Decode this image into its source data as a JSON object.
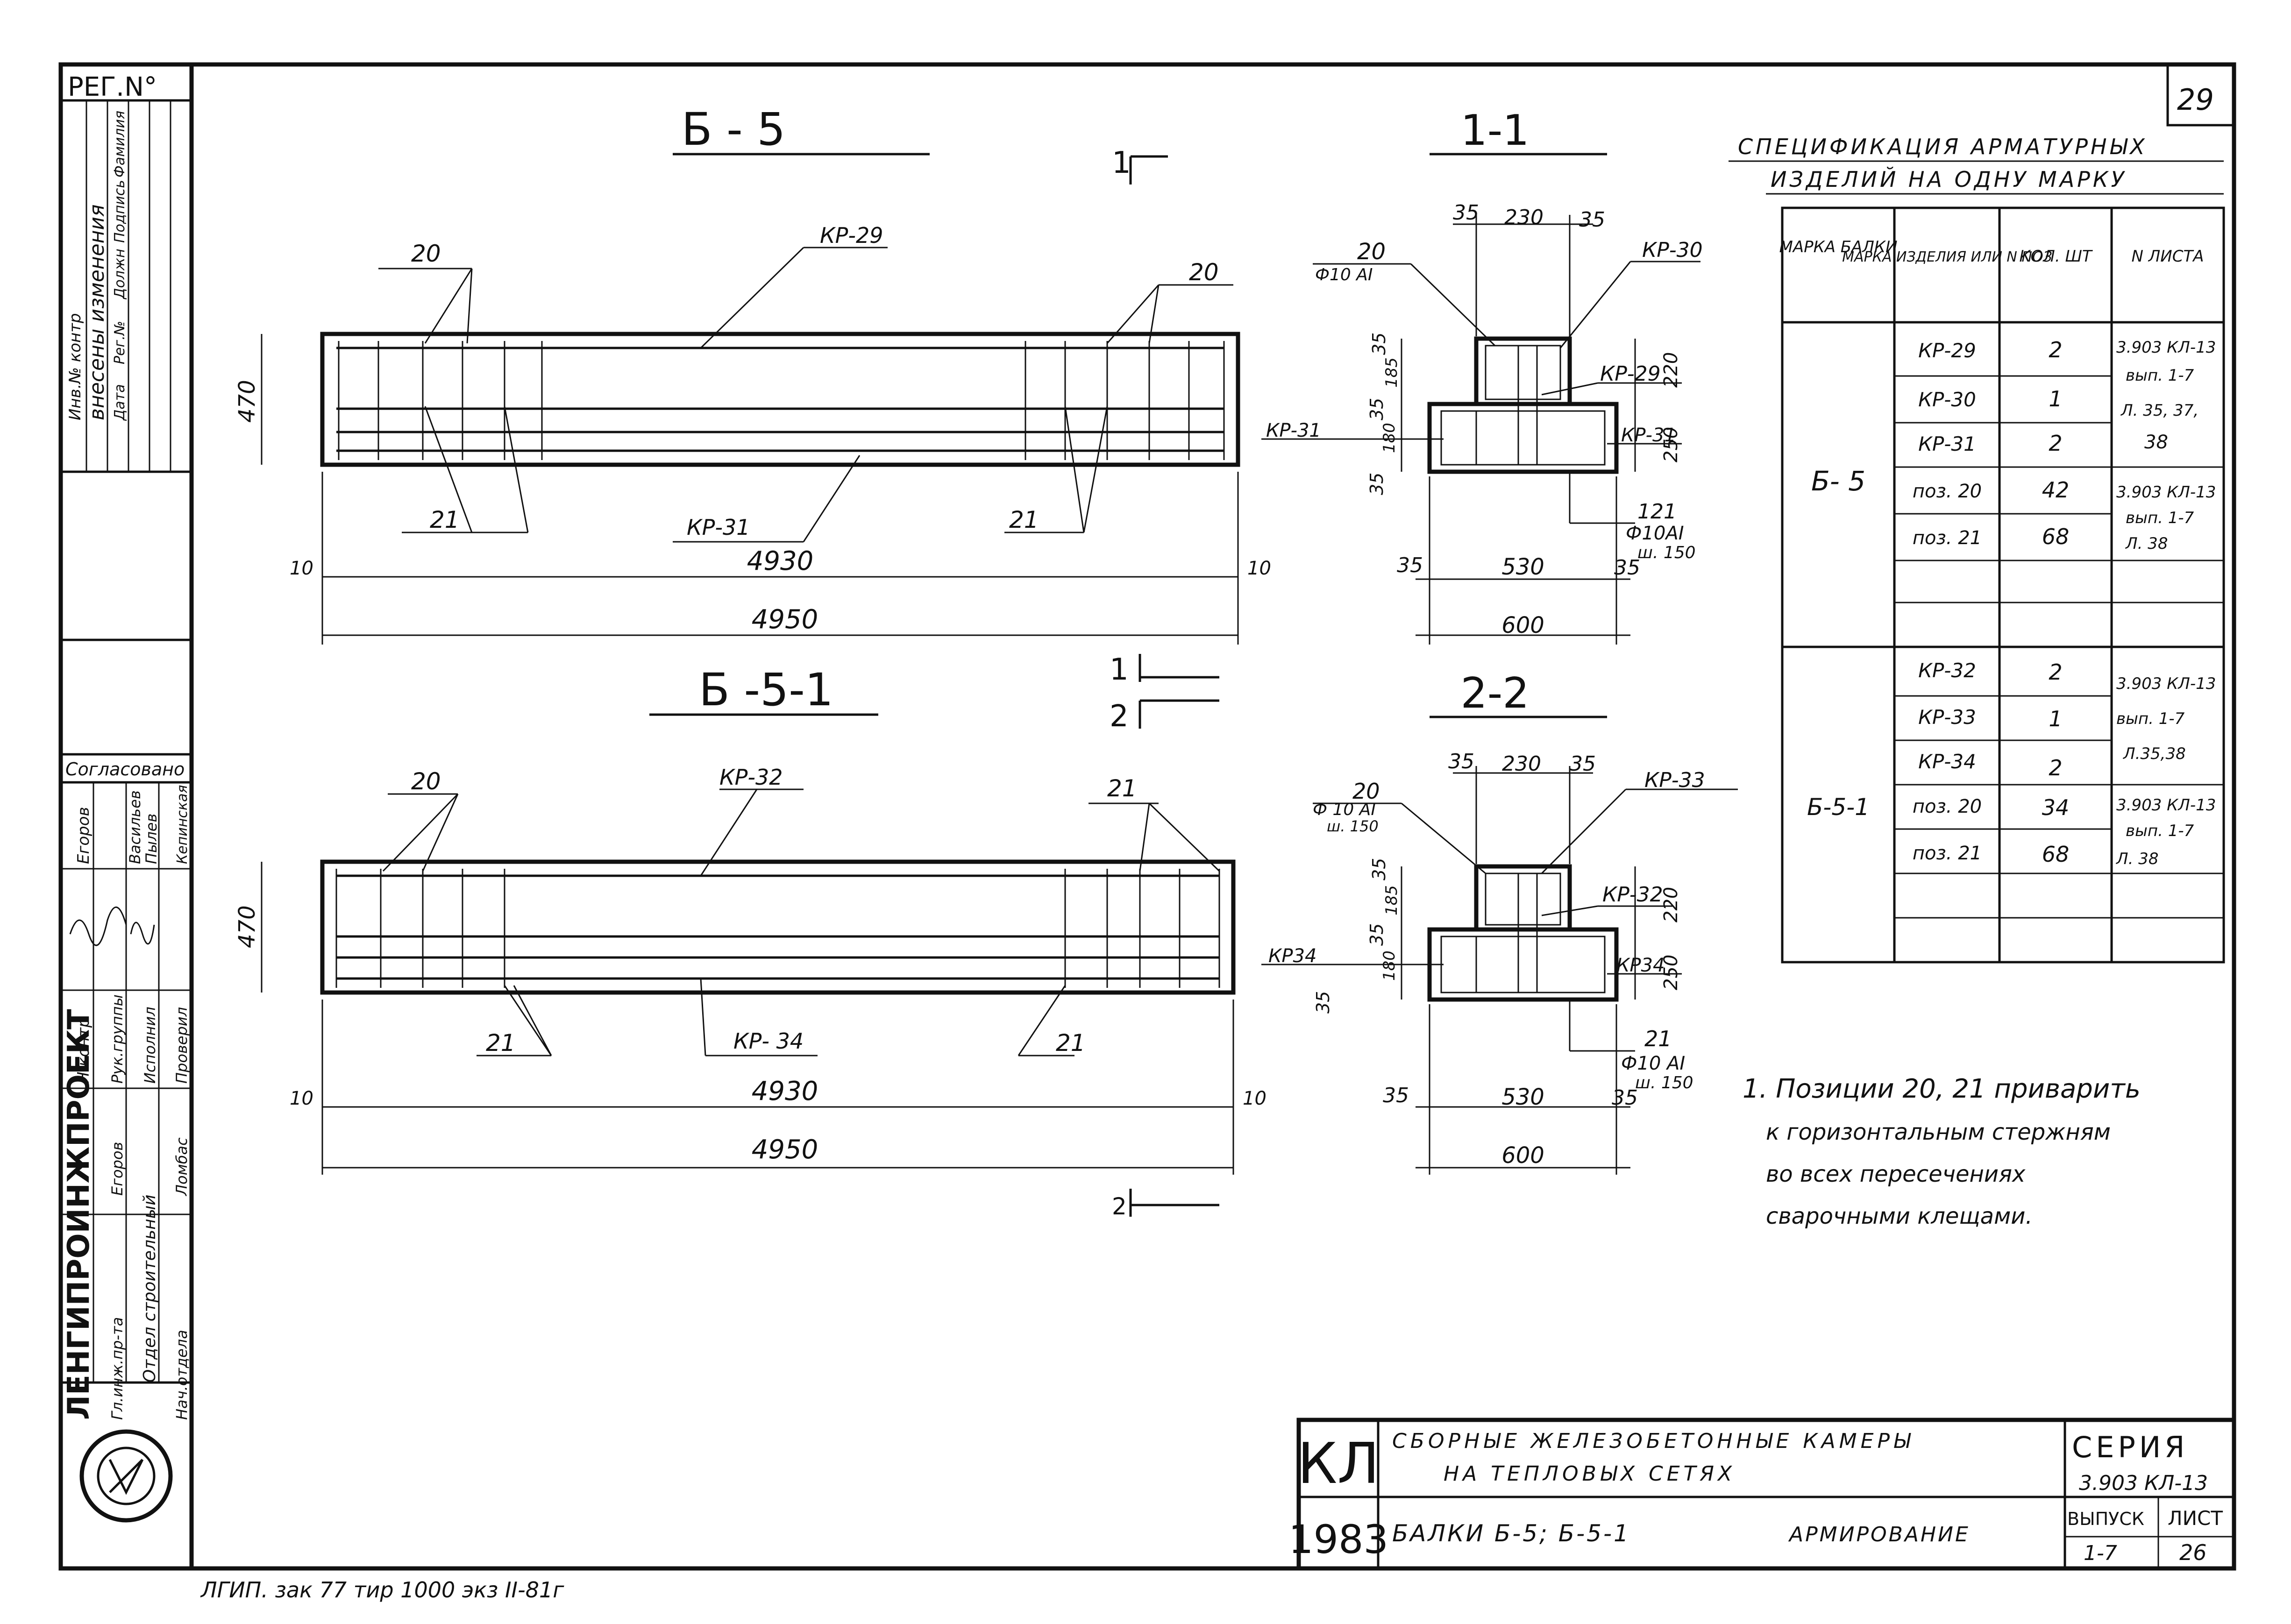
{
  "sheet_number_corner": "29",
  "reg_no": "РЕГ.N°",
  "left_strip": {
    "inventory": "Инв.№ контр",
    "changes_header": "внесены изменения",
    "changes_cols": [
      "Дата",
      "Рег.№",
      "Должн",
      "Подпись",
      "Фамилия"
    ],
    "agreed": "Согласовано",
    "names_top": [
      "Егоров",
      "Васильев",
      "Пылев",
      "Кепинская"
    ],
    "roles": [
      "Н.контр",
      "Рук.группы",
      "Исполнил",
      "Проверил"
    ],
    "org": "ЛЕНГИПРОИНЖПРОЕКТ",
    "gip": "Гл.инж.пр-та",
    "gip_name": "Егоров",
    "dept": "Отдел строительный",
    "head": "Нач.отдела",
    "head_name": "Ломбас"
  },
  "views": {
    "b5": {
      "title": "Б - 5",
      "cut": "1",
      "labels": {
        "top_left": "20",
        "top_right": "20",
        "top_bar": "КР-29",
        "bottom_left": "21",
        "bottom_right": "21",
        "bottom_bar": "КР-31",
        "height": "470",
        "end_left": "10",
        "end_right": "10",
        "inner": "4930",
        "outer": "4950"
      }
    },
    "b51": {
      "title": "Б -5-1",
      "cut1": "1",
      "cut2": "2",
      "labels": {
        "top_left": "20",
        "top_right": "21",
        "top_bar": "КР-32",
        "bottom_left": "21",
        "bottom_right": "21",
        "bottom_bar": "КР- 34",
        "height": "470",
        "end_left": "10",
        "end_right": "10",
        "inner": "4930",
        "outer": "4950"
      },
      "cut_bottom": "2"
    },
    "s11": {
      "title": "1-1",
      "d35a": "35",
      "d230": "230",
      "d35b": "35",
      "pos20": "20",
      "bar20": "Ф10 АI",
      "kp30": "КР-30",
      "kp29": "КР-29",
      "kp31l": "КР-31",
      "kp31r": "КР-31",
      "d35v": "35",
      "d185": "185",
      "d220": "220",
      "d35m": "35",
      "d180": "180",
      "d250": "250",
      "d35c": "35",
      "pos21": "121",
      "bar21": "Ф10АI",
      "step21": "ш. 150",
      "w35l": "35",
      "w530": "530",
      "w35r": "35",
      "w600": "600"
    },
    "s22": {
      "title": "2-2",
      "d35a": "35",
      "d230": "230",
      "d35b": "35",
      "pos20": "20",
      "bar20": "Ф 10 АI",
      "step20": "ш. 150",
      "kp33": "КР-33",
      "kp32": "КР-32",
      "kp34l": "КР34",
      "kp34r": "КР34",
      "d35v": "35",
      "d185": "185",
      "d220": "220",
      "d35m": "35",
      "d180": "180",
      "d250": "250",
      "d35c": "35",
      "pos21": "21",
      "bar21": "Ф10 АI",
      "step21": "ш. 150",
      "w35l": "35",
      "w530": "530",
      "w35r": "35",
      "w600": "600"
    }
  },
  "spec": {
    "title1": "СПЕЦИФИКАЦИЯ АРМАТУРНЫХ",
    "title2": "ИЗДЕЛИЙ НА ОДНУ МАРКУ",
    "headers": [
      "МАРКА БАЛКИ",
      "МАРКА ИЗДЕЛИЯ ИЛИ N ПОЗ",
      "КОЛ. ШТ",
      "N ЛИСТА"
    ],
    "b5": {
      "mark": "Б- 5",
      "rows": [
        [
          "КР-29",
          "2"
        ],
        [
          "КР-30",
          "1"
        ],
        [
          "КР-31",
          "2"
        ],
        [
          "поз. 20",
          "42"
        ],
        [
          "поз. 21",
          "68"
        ]
      ],
      "ref1": [
        "3.903 КЛ-13",
        "вып. 1-7",
        "Л. 35, 37,",
        "38"
      ],
      "ref2": [
        "3.903 КЛ-13",
        "вып. 1-7",
        "Л. 38"
      ]
    },
    "b51": {
      "mark": "Б-5-1",
      "rows": [
        [
          "КР-32",
          "2"
        ],
        [
          "КР-33",
          "1"
        ],
        [
          "КР-34",
          "2"
        ],
        [
          "поз. 20",
          "34"
        ],
        [
          "поз. 21",
          "68"
        ]
      ],
      "ref1": [
        "3.903 КЛ-13",
        "вып. 1-7",
        "Л.35,38"
      ],
      "ref2": [
        "3.903 КЛ-13",
        "вып. 1-7",
        "Л. 38"
      ]
    }
  },
  "note": [
    "1. Позиции 20, 21 приварить",
    "к горизонтальным стержням",
    "во всех пересечениях",
    "сварочными клещами."
  ],
  "stamp": {
    "code": "КЛ",
    "year": "1983",
    "title1": "СБОРНЫЕ ЖЕЛЕЗОБЕТОННЫЕ КАМЕРЫ",
    "title2": "НА ТЕПЛОВЫХ СЕТЯХ",
    "subject": "БАЛКИ Б-5; Б-5-1",
    "subject2": "АРМИРОВАНИЕ",
    "series_label": "СЕРИЯ",
    "series": "3.903 КЛ-13",
    "issue_label": "ВЫПУСК",
    "issue": "1-7",
    "sheet_label": "ЛИСТ",
    "sheet": "26"
  },
  "footer": "ЛГИП. зак 77 тир 1000 экз II-81г"
}
